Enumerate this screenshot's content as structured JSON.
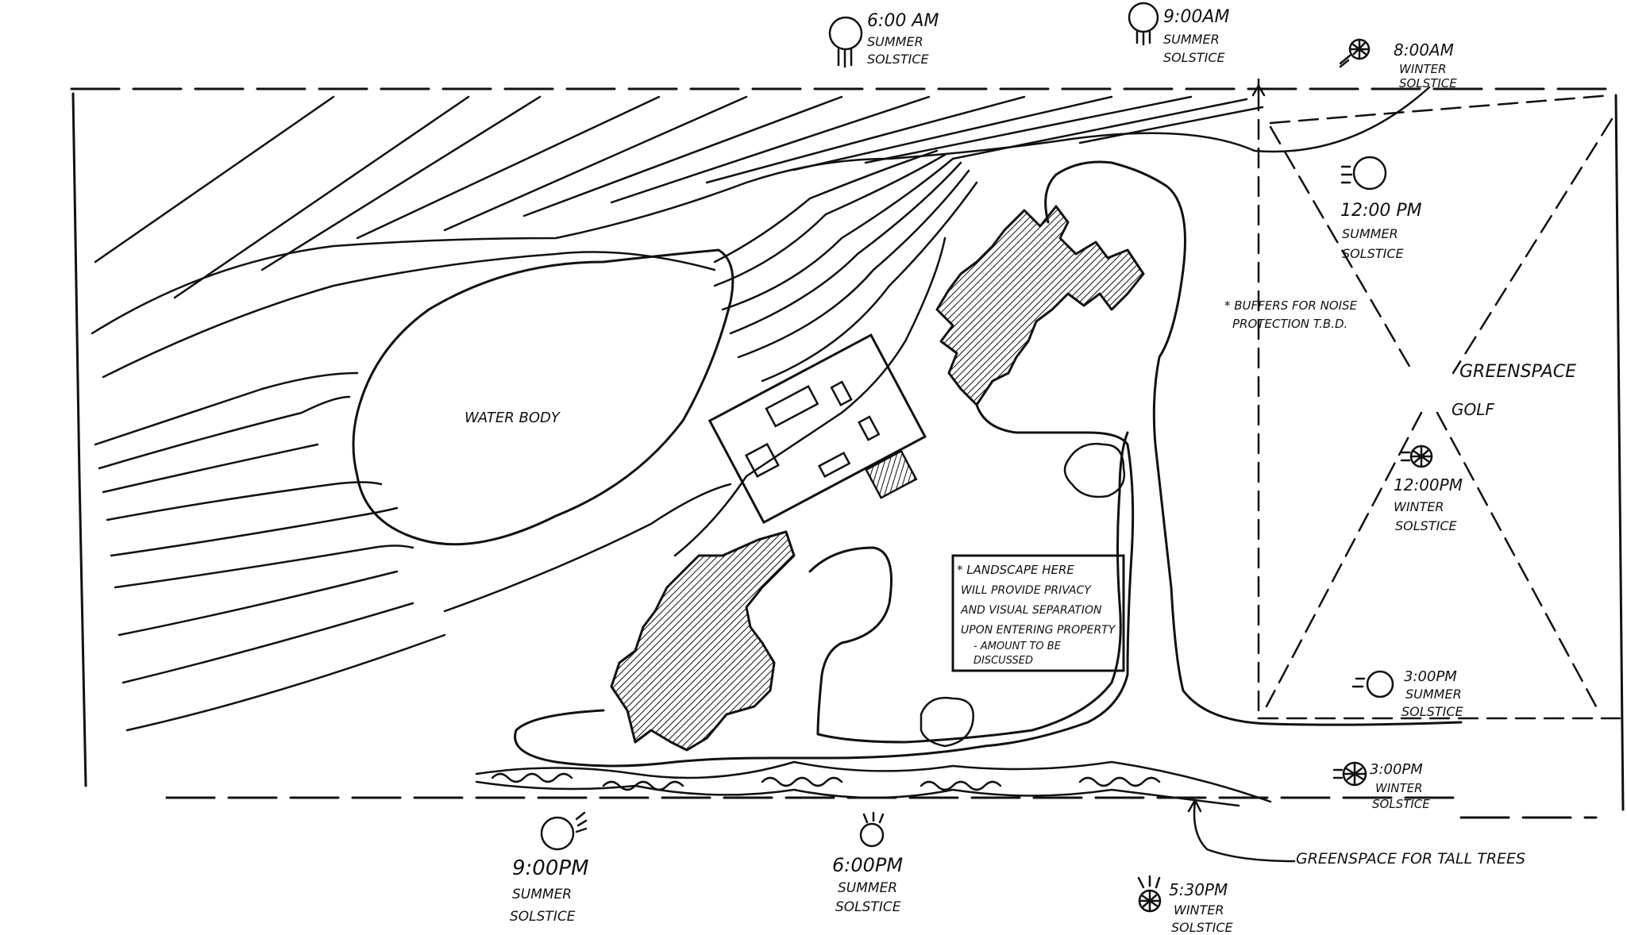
{
  "sun_labels": {
    "s1": {
      "time": "6:00 AM",
      "l1": "SUMMER",
      "l2": "SOLSTICE"
    },
    "s2": {
      "time": "9:00AM",
      "l1": "SUMMER",
      "l2": "SOLSTICE"
    },
    "s3": {
      "time": "8:00AM",
      "l1": "WINTER",
      "l2": "SOLSTICE"
    },
    "s4": {
      "time": "12:00 PM",
      "l1": "SUMMER",
      "l2": "SOLSTICE"
    },
    "s5": {
      "time": "12:00PM",
      "l1": "WINTER",
      "l2": "SOLSTICE"
    },
    "s6": {
      "time": "3:00PM",
      "l1": "SUMMER",
      "l2": "SOLSTICE"
    },
    "s7": {
      "time": "3:00PM",
      "l1": "WINTER",
      "l2": "SOLSTICE"
    },
    "s8": {
      "time": "9:00PM",
      "l1": "SUMMER",
      "l2": "SOLSTICE"
    },
    "s9": {
      "time": "6:00PM",
      "l1": "SUMMER",
      "l2": "SOLSTICE"
    },
    "s10": {
      "time": "5:30PM",
      "l1": "WINTER",
      "l2": "SOLSTICE"
    }
  },
  "notes": {
    "water_body": "WATER BODY",
    "buffers_line1": "* BUFFERS FOR NOISE",
    "buffers_line2": "PROTECTION T.B.D.",
    "greenspace": "GREENSPACE",
    "golf": "GOLF",
    "greenspace_trees": "GREENSPACE FOR TALL TREES",
    "landscape": [
      "* LANDSCAPE HERE",
      "WILL PROVIDE PRIVACY",
      "AND VISUAL SEPARATION",
      "UPON ENTERING PROPERTY",
      "- AMOUNT TO BE",
      "DISCUSSED"
    ]
  }
}
